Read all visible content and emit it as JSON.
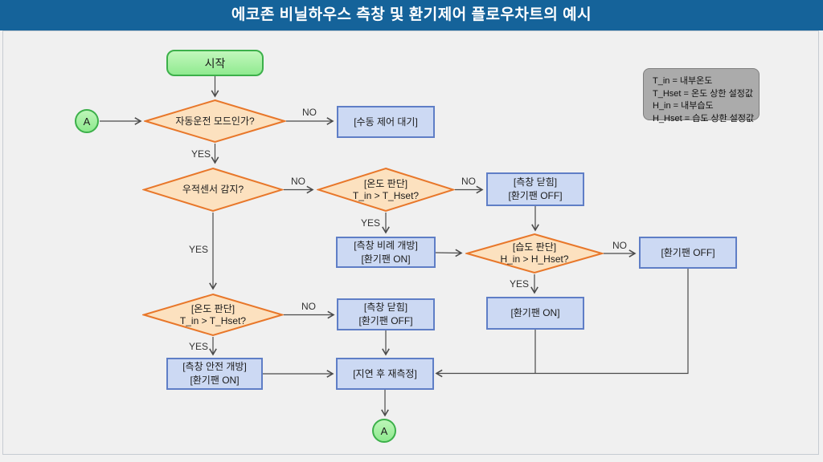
{
  "header": {
    "title": "에코존 비닐하우스 측창 및 환기제어 플로우차트의 예시"
  },
  "legend": {
    "lines": [
      "T_in = 내부온도",
      "T_Hset = 온도 상한 설정값",
      "H_in = 내부습도",
      "H_Hset = 습도 상한 설정값"
    ]
  },
  "terminals": {
    "start": "시작",
    "connector_left": "A",
    "connector_bottom": "A"
  },
  "decisions": {
    "auto_mode": {
      "line1": "자동운전 모드인가?"
    },
    "rain_sensor": {
      "line1": "우적센서 감지?"
    },
    "temp_top": {
      "line1": "[온도 판단]",
      "line2": "T_in > T_Hset?"
    },
    "humidity": {
      "line1": "[습도 판단]",
      "line2": "H_in > H_Hset?"
    },
    "temp_bottom": {
      "line1": "[온도 판단]",
      "line2": "T_in > T_Hset?"
    }
  },
  "processes": {
    "manual_wait": {
      "line1": "[수동 제어 대기]"
    },
    "close_top": {
      "line1": "[측창 닫힘]",
      "line2": "[환기팬 OFF]"
    },
    "prop_open": {
      "line1": "[측창 비례 개방]",
      "line2": "[환기팬 ON]"
    },
    "fan_off_right": {
      "line1": "[환기팬 OFF]"
    },
    "fan_on": {
      "line1": "[환기팬 ON]"
    },
    "close_bottom": {
      "line1": "[측창 닫힘]",
      "line2": "[환기팬 OFF]"
    },
    "safe_open": {
      "line1": "[측창 안전 개방]",
      "line2": "[환기팬 ON]"
    },
    "delay": {
      "line1": "[지연 후 재측정]"
    }
  },
  "edge_labels": {
    "yes": "YES",
    "no": "NO"
  },
  "colors": {
    "header_bg": "#15639a",
    "canvas_bg": "#f0f0f0",
    "decision_fill": "#fce1bf",
    "decision_border": "#e8772a",
    "process_fill": "#ccd9f3",
    "process_border": "#5f7ec6",
    "terminal_fill": "#9df09c",
    "terminal_border": "#3cb04a",
    "legend_fill": "#ababab",
    "connector_line": "#4a4a4a"
  }
}
